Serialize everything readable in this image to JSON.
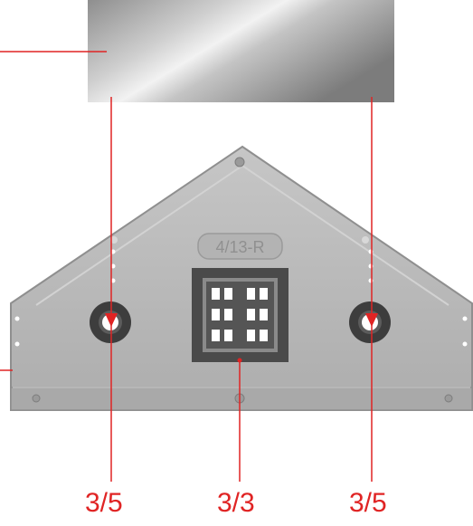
{
  "part_marking": "4/13-R",
  "callouts": [
    {
      "id": "left",
      "text": "3/5"
    },
    {
      "id": "center",
      "text": "3/3"
    },
    {
      "id": "right",
      "text": "3/5"
    }
  ],
  "colors": {
    "callout_line": "#e02424",
    "plate": "#b9b9b9",
    "plate_edge": "#8f8f8f",
    "grommet": "#3d3d3d",
    "window_frame": "#4a4a4a"
  }
}
